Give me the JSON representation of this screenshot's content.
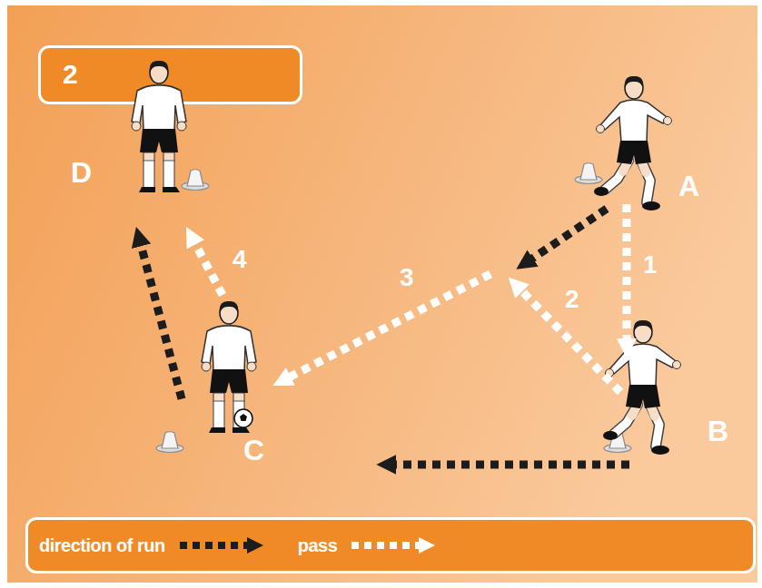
{
  "diagram": {
    "nodes": [
      {
        "text": [
          "2"
        ]
      },
      {
        "text": [
          "D"
        ]
      },
      {
        "text": [
          "A"
        ]
      },
      {
        "text": [
          "B"
        ]
      },
      {
        "text": [
          "C"
        ]
      }
    ],
    "edges": [
      {
        "from": 2,
        "to": 3,
        "arrow": "to",
        "label": "1"
      },
      {
        "from": 4,
        "to": 1,
        "arrow": "to",
        "label": "4"
      },
      {
        "from": 4,
        "to": 1,
        "arrow": "to"
      }
    ],
    "labels": [
      "2",
      "3"
    ],
    "legend": [
      {
        "text": "direction of run"
      },
      {
        "text": "pass"
      }
    ]
  }
}
